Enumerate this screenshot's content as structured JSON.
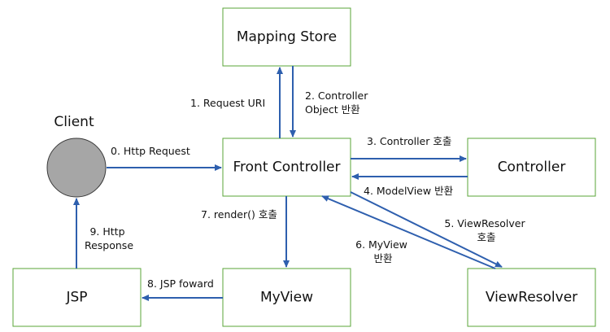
{
  "diagram": {
    "nodes": {
      "mapping_store": "Mapping Store",
      "front_controller": "Front Controller",
      "controller": "Controller",
      "view_resolver": "ViewResolver",
      "my_view": "MyView",
      "jsp": "JSP",
      "client": "Client"
    },
    "edges": {
      "e0": [
        "0. Http Request"
      ],
      "e1": [
        "1. Request URI"
      ],
      "e2": [
        "2. Controller",
        "Object 반환"
      ],
      "e3": [
        "3. Controller 호출"
      ],
      "e4": [
        "4. ModelView 반환"
      ],
      "e5": [
        "5. ViewResolver",
        "호출"
      ],
      "e6": [
        "6. MyView",
        "반환"
      ],
      "e7": [
        "7. render() 호출"
      ],
      "e8": [
        "8. JSP foward"
      ],
      "e9": [
        "9. Http",
        "Response"
      ]
    },
    "colors": {
      "arrow": "#2e5fae",
      "box_border": "#5aa637",
      "client_fill": "#a6a6a6"
    }
  }
}
